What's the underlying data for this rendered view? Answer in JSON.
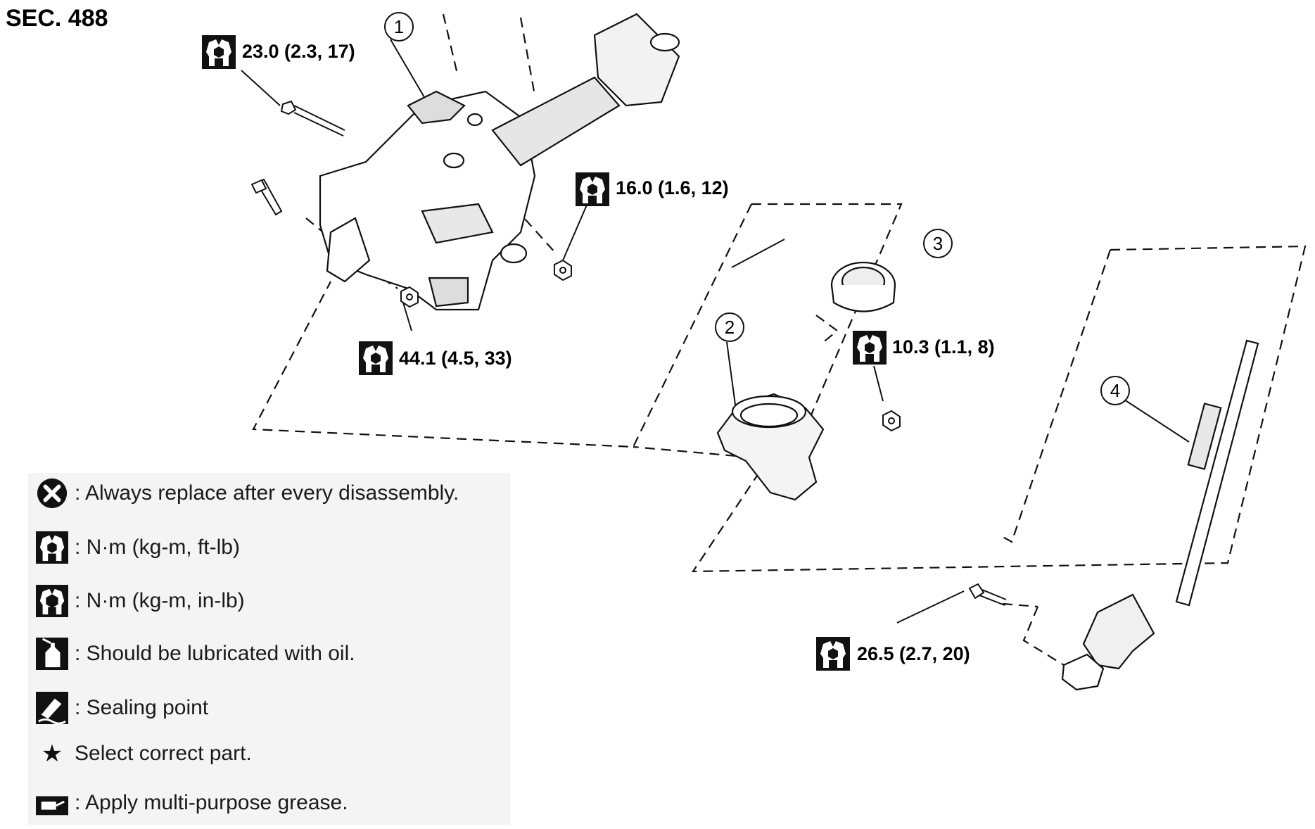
{
  "section": "SEC. 488",
  "callouts": {
    "c1": "1",
    "c2": "2",
    "c3": "3",
    "c4": "4"
  },
  "torques": {
    "t1": "23.0 (2.3, 17)",
    "t2": "16.0 (1.6, 12)",
    "t3": "44.1 (4.5, 33)",
    "t4": "10.3 (1.1, 8)",
    "t5": "26.5 (2.7, 20)"
  },
  "legend": {
    "replace": ": Always replace after every disassembly.",
    "nm_ftlb": ": N·m (kg-m, ft-lb)",
    "nm_inlb": ": N·m (kg-m, in-lb)",
    "oil": ": Should be lubricated with oil.",
    "sealing": ": Sealing point",
    "star_symbol": "★",
    "select": "Select correct part.",
    "grease": ": Apply multi-purpose grease."
  }
}
